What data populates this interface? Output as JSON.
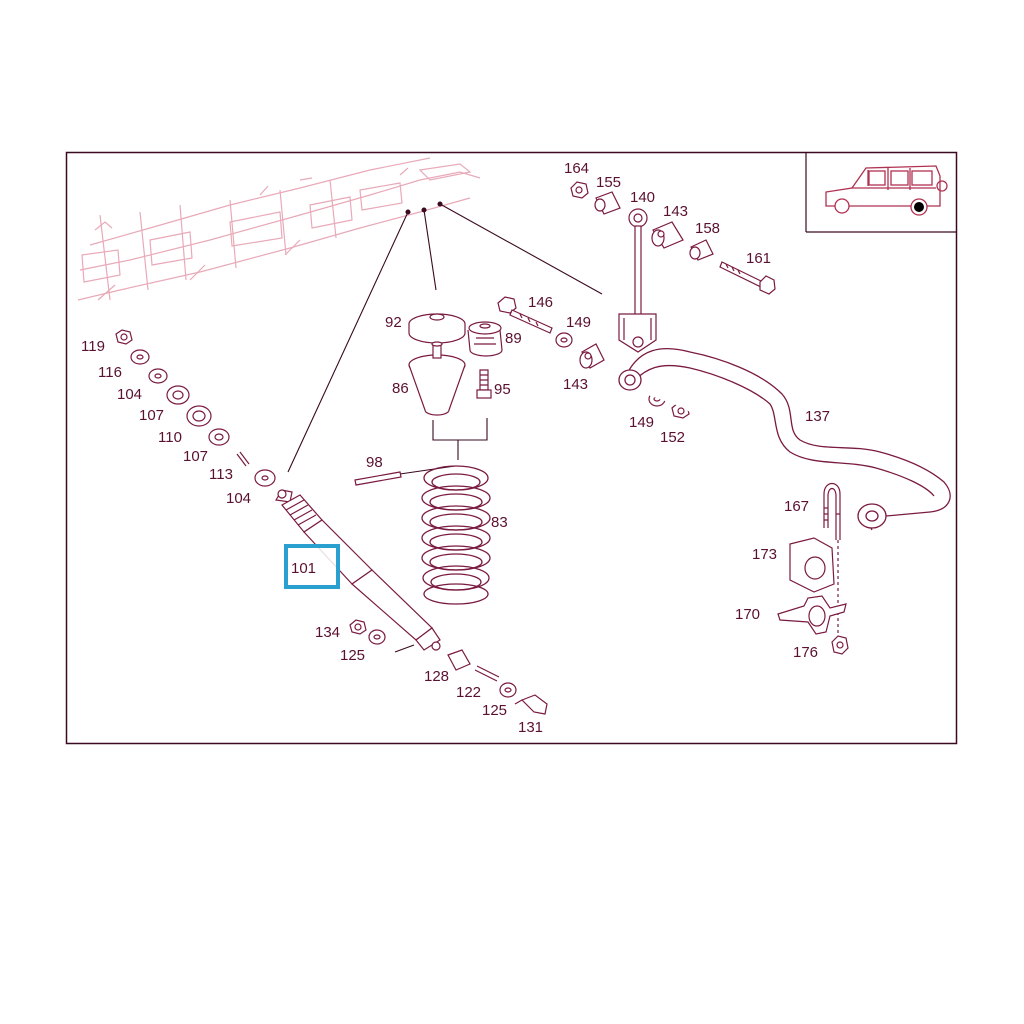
{
  "diagram": {
    "colors": {
      "border": "#3a0a20",
      "parts": "#7a1a40",
      "frame": "#e8aab8",
      "label": "#5a1030",
      "highlight": "#2aa0d0",
      "vehicle": "#b03050"
    },
    "highlighted_part": "101",
    "labels": {
      "p164": "164",
      "p155": "155",
      "p140": "140",
      "p143a": "143",
      "p158": "158",
      "p161": "161",
      "p146": "146",
      "p149a": "149",
      "p89": "89",
      "p92": "92",
      "p86": "86",
      "p95": "95",
      "p143b": "143",
      "p149b": "149",
      "p152": "152",
      "p137": "137",
      "p119": "119",
      "p116": "116",
      "p104a": "104",
      "p107a": "107",
      "p110": "110",
      "p107b": "107",
      "p113": "113",
      "p104b": "104",
      "p98": "98",
      "p83": "83",
      "p101": "101",
      "p134": "134",
      "p125a": "125",
      "p128": "128",
      "p122": "122",
      "p125b": "125",
      "p131": "131",
      "p167": "167",
      "p173": "173",
      "p170": "170",
      "p176": "176"
    }
  }
}
